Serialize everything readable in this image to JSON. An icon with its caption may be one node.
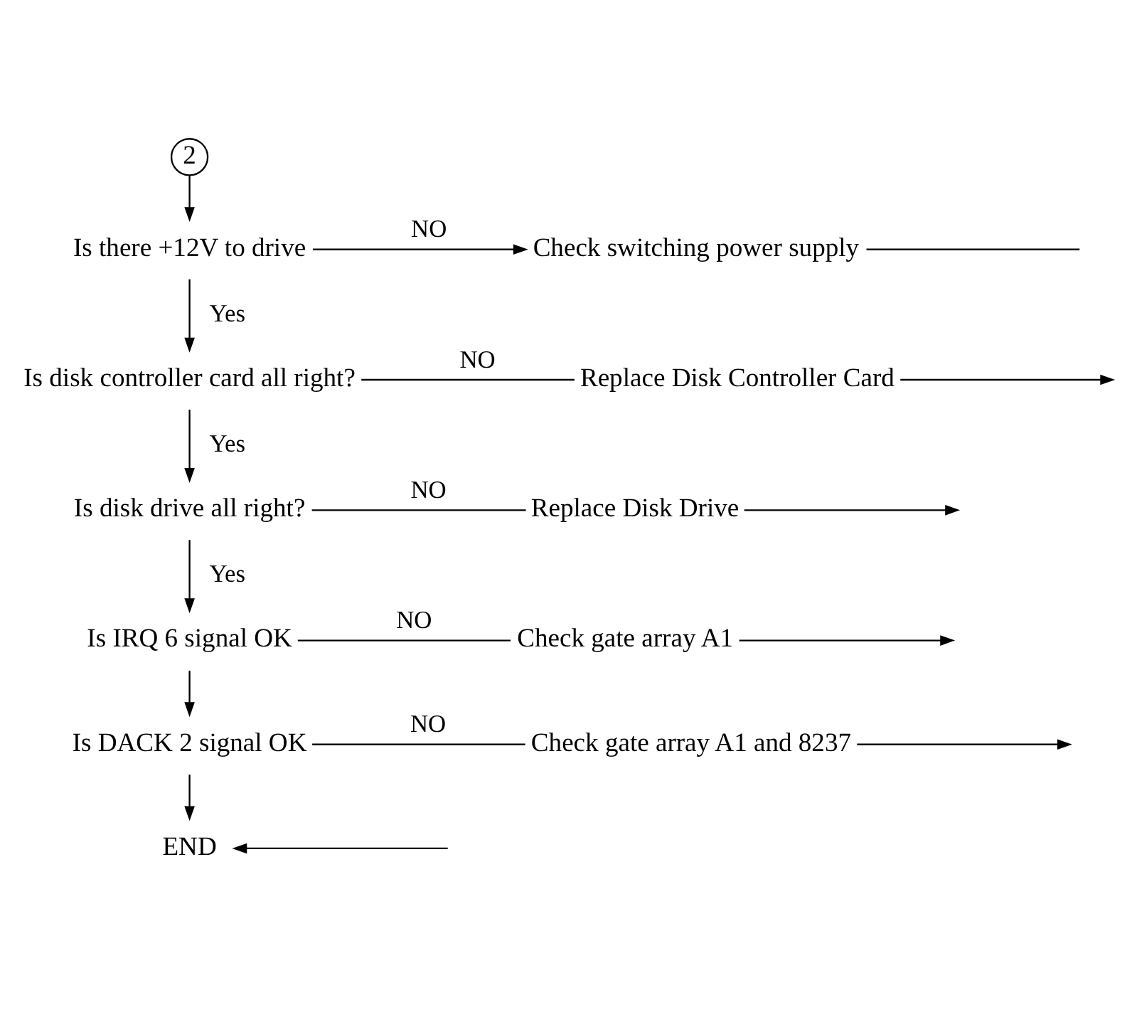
{
  "diagram": {
    "nodes": [
      {
        "text": [
          "2"
        ]
      },
      {
        "text": [
          "Is there +12V to drive"
        ]
      },
      {
        "text": [
          "Check switching power supply"
        ]
      },
      {
        "text": [
          "Is disk controller card all right?"
        ]
      },
      {
        "text": [
          "Replace Disk Controller Card"
        ]
      },
      {
        "text": [
          "Is disk drive all right?"
        ]
      },
      {
        "text": [
          "Replace Disk Drive"
        ]
      },
      {
        "text": [
          "Is IRQ 6 signal OK"
        ]
      },
      {
        "text": [
          "Check gate array A1"
        ]
      },
      {
        "text": [
          "Is DACK 2 signal OK"
        ]
      },
      {
        "text": [
          "Check gate array A1 and 8237"
        ]
      },
      {
        "text": [
          "END"
        ]
      }
    ],
    "edges": [
      {
        "from": 0,
        "to": 1,
        "arrow": "to"
      },
      {
        "from": 1,
        "to": 2,
        "arrow": "to",
        "label": "NO"
      },
      {
        "from": 2,
        "to": null,
        "arrow": "none"
      },
      {
        "from": 1,
        "to": 3,
        "arrow": "to",
        "label": "Yes"
      },
      {
        "from": 3,
        "to": 4,
        "arrow": "none",
        "label": "NO"
      },
      {
        "from": 4,
        "to": null,
        "arrow": "to"
      },
      {
        "from": 3,
        "to": 5,
        "arrow": "to",
        "label": "Yes"
      },
      {
        "from": 5,
        "to": 6,
        "arrow": "none",
        "label": "NO"
      },
      {
        "from": 6,
        "to": null,
        "arrow": "to"
      },
      {
        "from": 5,
        "to": 7,
        "arrow": "to",
        "label": "Yes"
      },
      {
        "from": 7,
        "to": 8,
        "arrow": "none",
        "label": "NO"
      },
      {
        "from": 8,
        "to": null,
        "arrow": "to"
      },
      {
        "from": 7,
        "to": 9,
        "arrow": "to"
      },
      {
        "from": 9,
        "to": 10,
        "arrow": "none",
        "label": "NO"
      },
      {
        "from": 10,
        "to": null,
        "arrow": "to"
      },
      {
        "from": 9,
        "to": 11,
        "arrow": "to"
      },
      {
        "from": null,
        "to": 11,
        "arrow": "to"
      }
    ]
  }
}
